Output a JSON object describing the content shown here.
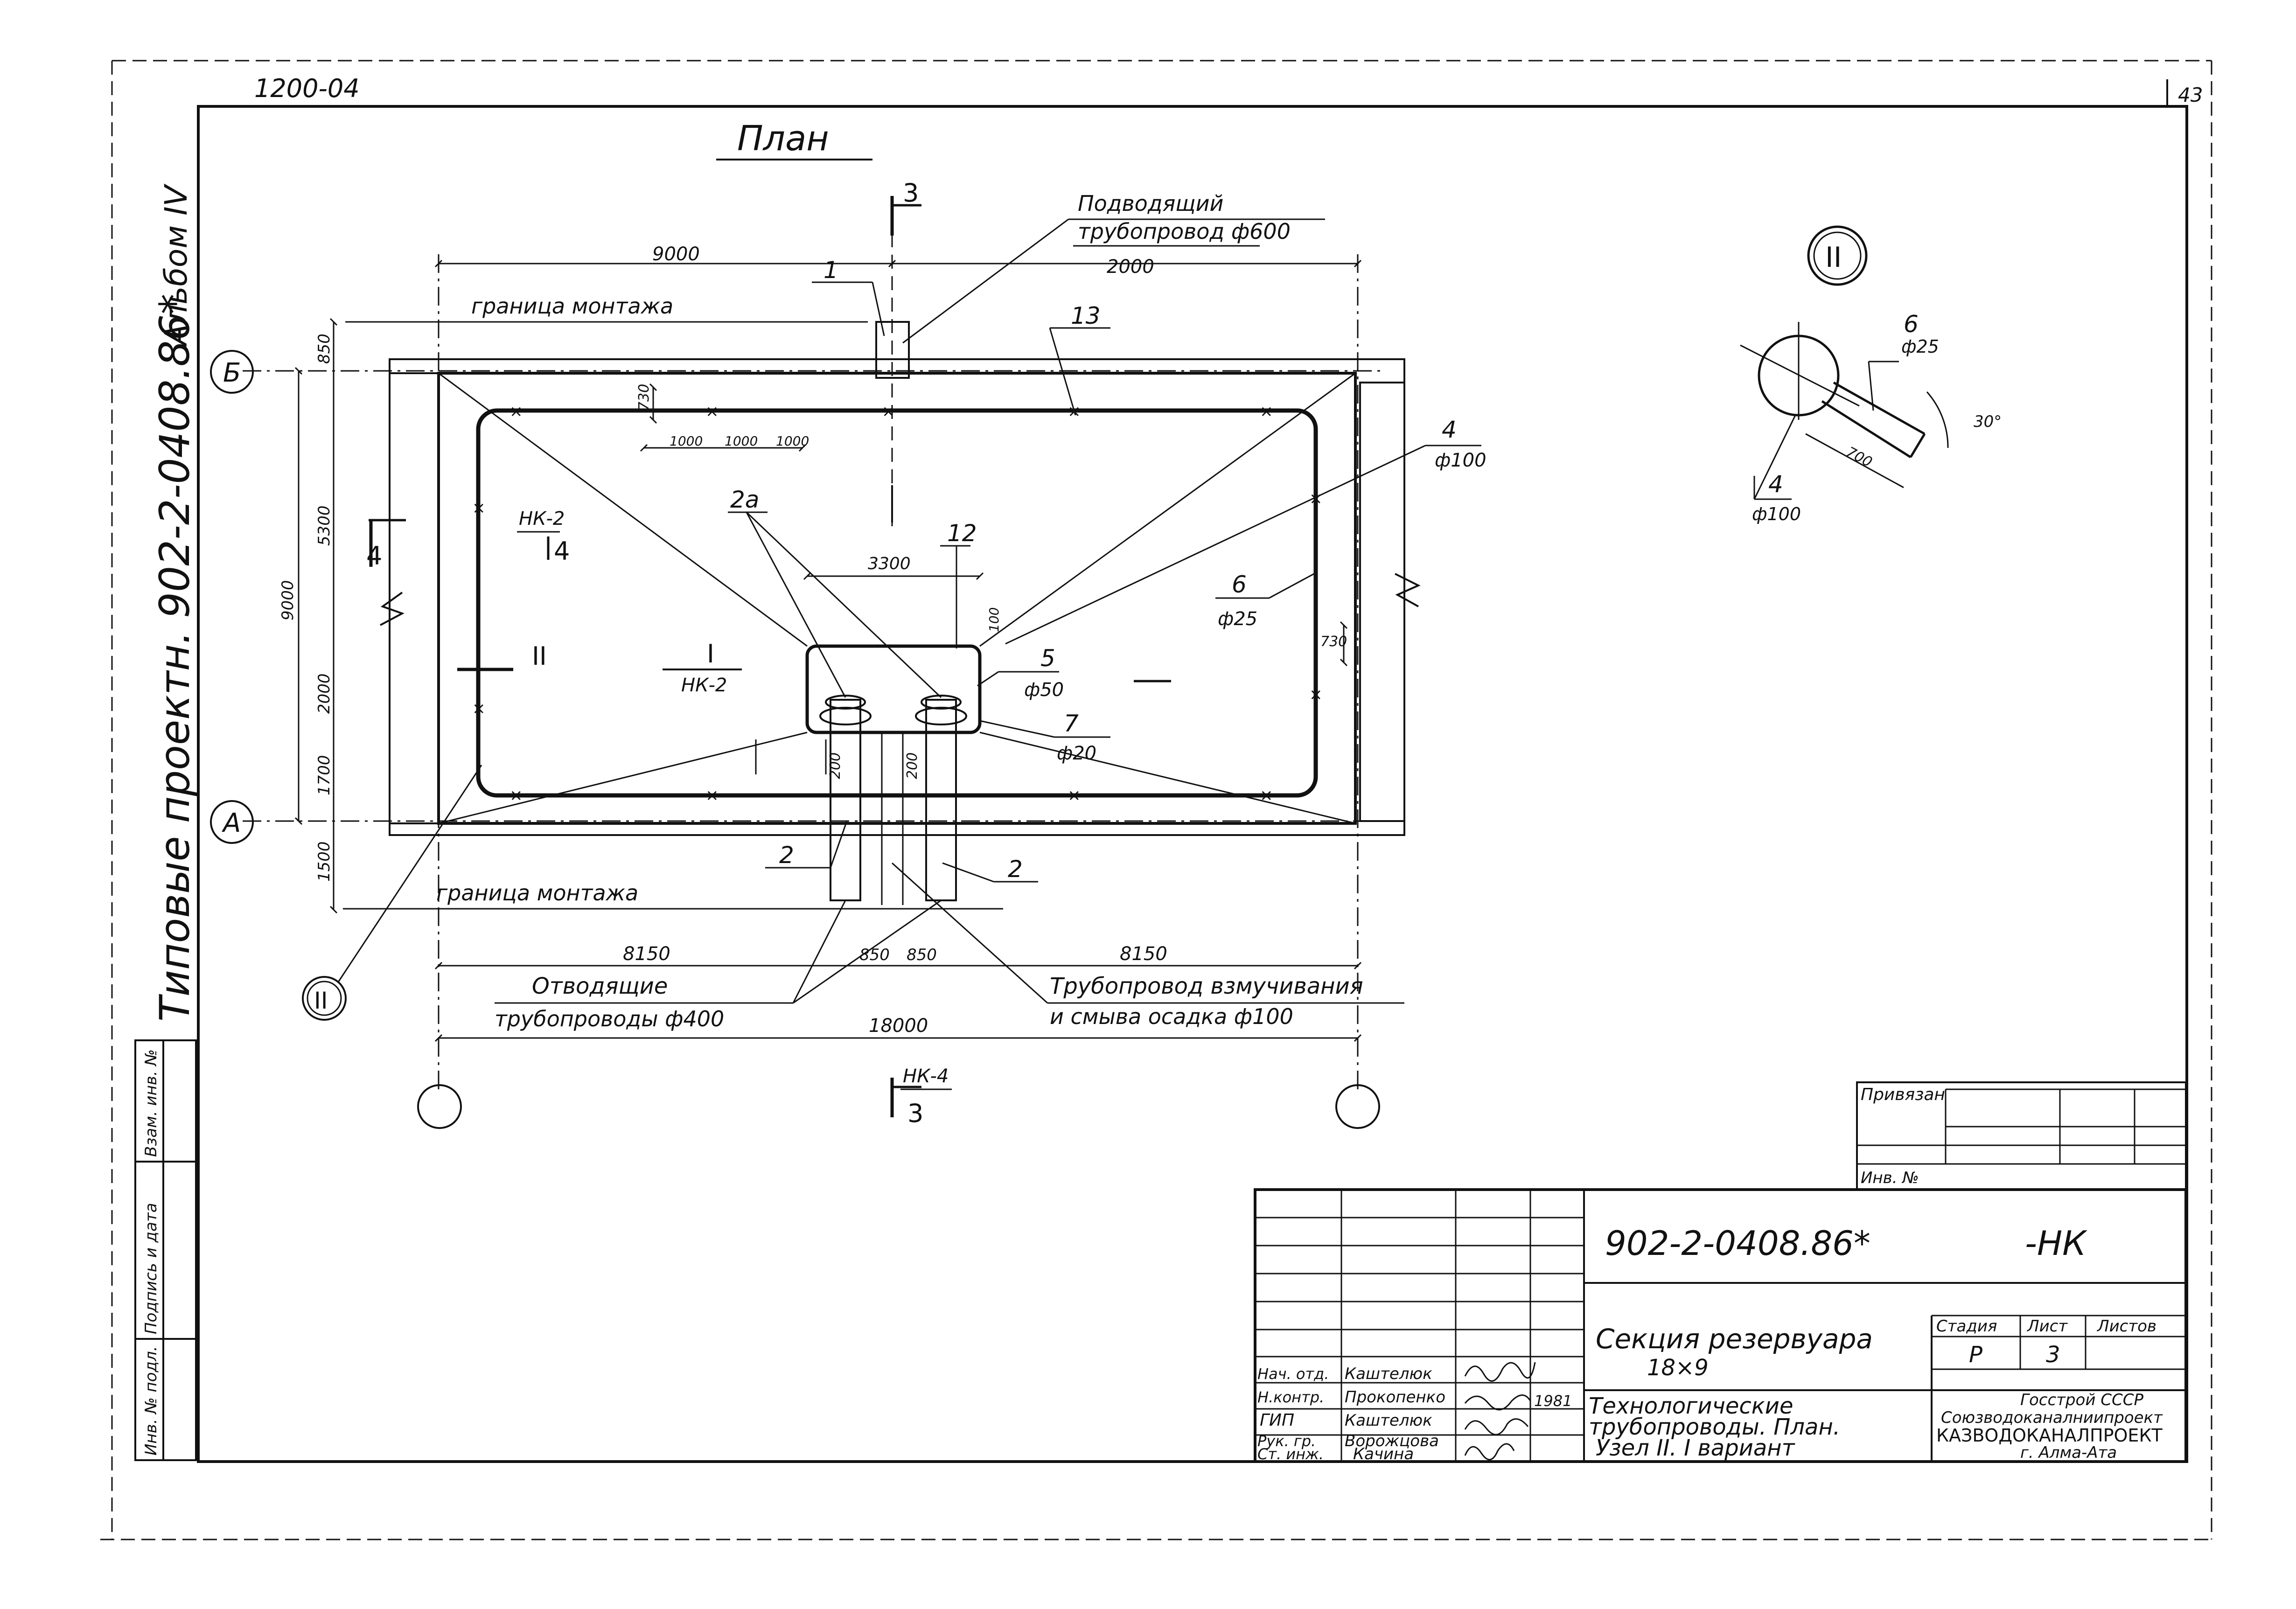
{
  "sheet": {
    "archive_code": "1200-04",
    "page_number": "43",
    "album_label": "Альбом IV",
    "side_title": "Типовые проектн. 902-2-0408.86*"
  },
  "plan": {
    "title": "План",
    "section_3_top": "3",
    "section_3_bottom": "3",
    "section_nk4_label": "НК-4",
    "section_4_mark": "4",
    "section_4_inner": "4",
    "nk2_upper": "НК-2",
    "nk2_lower": "НК-2",
    "roman_I": "I",
    "roman_II_label": "II",
    "mounting_border_top": "граница монтажа",
    "mounting_border_bottom": "граница монтажа",
    "axis_B": "Б",
    "axis_A": "А",
    "node_II_bottom": "II",
    "node_II_top": "II"
  },
  "dimensions": {
    "top_9000": "9000",
    "top_2000": "2000",
    "left_850": "850",
    "left_5300": "5300",
    "left_9000": "9000",
    "left_2000": "2000",
    "left_1700": "1700",
    "left_1500": "1500",
    "d730_top": "730",
    "d1000_a": "1000",
    "d1000_b": "1000",
    "d1000_c": "1000",
    "d3300": "3300",
    "d100": "100",
    "d730_right": "730",
    "d200_a": "200",
    "d200_b": "200",
    "bottom_8150_left": "8150",
    "bottom_850_a": "850",
    "bottom_850_b": "850",
    "bottom_8150_right": "8150",
    "bottom_18000": "18000"
  },
  "callouts": {
    "c1": "1",
    "c13": "13",
    "c2a": "2а",
    "c12": "12",
    "c4": "4",
    "c4_dia": "ф100",
    "c6": "6",
    "c6_dia": "ф25",
    "c5": "5",
    "c5_dia": "ф50",
    "c7": "7",
    "c7_dia": "ф20",
    "c2_left": "2",
    "c2_right": "2",
    "inlet_line1": "Подводящий",
    "inlet_line2": "трубопровод ф600",
    "outlet_line1": "Отводящие",
    "outlet_line2": "трубопроводы ф400",
    "stir_line1": "Трубопровод взмучивания",
    "stir_line2": "и смыва осадка ф100"
  },
  "detail": {
    "c6": "6",
    "c6_dia": "ф25",
    "angle": "30°",
    "len": "700",
    "c4": "4",
    "c4_dia": "ф100"
  },
  "bound_block": {
    "privyazan": "Привязан",
    "inv_no": "Инв. №"
  },
  "side_stamp": {
    "col1": "Инв. № подл.",
    "col2": "Подпись и дата",
    "col3": "Взам. инв. №"
  },
  "title_block": {
    "code": "902-2-0408.86*",
    "suffix": "-НК",
    "title_line1": "Секция резервуара",
    "title_line2": "18×9",
    "desc_line1": "Технологические",
    "desc_line2": "трубопроводы. План.",
    "desc_line3": "Узел II.  I вариант",
    "stage_header": "Стадия",
    "sheet_header": "Лист",
    "sheets_header": "Листов",
    "stage_value": "Р",
    "sheet_value": "3",
    "org_line1": "Госстрой СССР",
    "org_line2": "Союзводоканалниипроект",
    "org_line3": "КАЗВОДОКАНАЛПРОЕКТ",
    "org_line4": "г. Алма-Ата",
    "year": "1981",
    "roles": [
      {
        "role": "Нач. отд.",
        "name": "Каштелюк"
      },
      {
        "role": "Н.контр.",
        "name": "Прокопенко"
      },
      {
        "role": "ГИП",
        "name": "Каштелюк"
      },
      {
        "role": "Рук. гр.",
        "name": "Ворожцова"
      },
      {
        "role": "Ст. инж.",
        "name": "Качина"
      }
    ]
  }
}
